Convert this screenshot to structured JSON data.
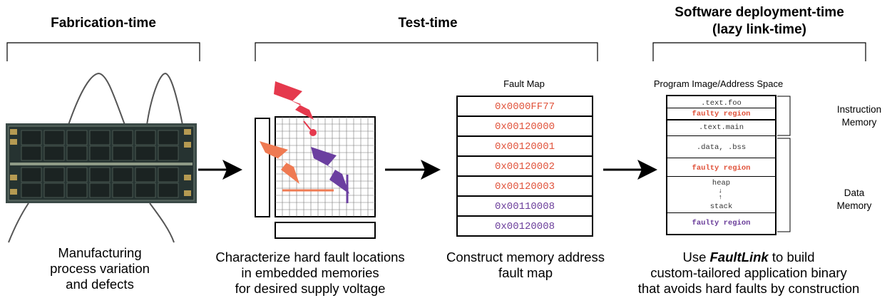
{
  "stages": {
    "fabrication": "Fabrication-time",
    "test": "Test-time",
    "deployment_line1": "Software deployment-time",
    "deployment_line2": "(lazy link-time)"
  },
  "captions": {
    "fabrication": [
      "Manufacturing",
      "process variation",
      "and defects"
    ],
    "characterize": [
      "Characterize hard fault locations",
      "in embedded memories",
      "for desired supply voltage"
    ],
    "construct": [
      "Construct memory address",
      "fault map"
    ],
    "faultlink_prefix": "Use ",
    "faultlink_name": "FaultLink",
    "faultlink_suffix": " to build",
    "faultlink_line2": "custom-tailored application binary",
    "faultlink_line3": "that avoids hard faults by construction"
  },
  "fault_map": {
    "title": "Fault Map",
    "entries": [
      {
        "addr": "0x0000FF77",
        "color": "#e0523a"
      },
      {
        "addr": "0x00120000",
        "color": "#e0523a"
      },
      {
        "addr": "0x00120001",
        "color": "#e0523a"
      },
      {
        "addr": "0x00120002",
        "color": "#e0523a"
      },
      {
        "addr": "0x00120003",
        "color": "#e0523a"
      },
      {
        "addr": "0x00110008",
        "color": "#6a3d9a"
      },
      {
        "addr": "0x00120008",
        "color": "#6a3d9a"
      }
    ]
  },
  "program_image": {
    "title": "Program Image/Address Space",
    "text_foo": ".text.foo",
    "faulty1": "faulty region",
    "text_main": ".text.main",
    "data_bss": ".data, .bss",
    "faulty2": "faulty region",
    "heap": "heap",
    "stack": "stack",
    "faulty3": "faulty region",
    "instruction_memory": [
      "Instruction",
      "Memory"
    ],
    "data_memory": [
      "Data",
      "Memory"
    ]
  },
  "colors": {
    "fault_red": "#e0523a",
    "fault_purple": "#6a3d9a",
    "bolt_red": "#e5394d",
    "bolt_orange": "#ef7a52",
    "bolt_purple": "#6b3fa0"
  }
}
